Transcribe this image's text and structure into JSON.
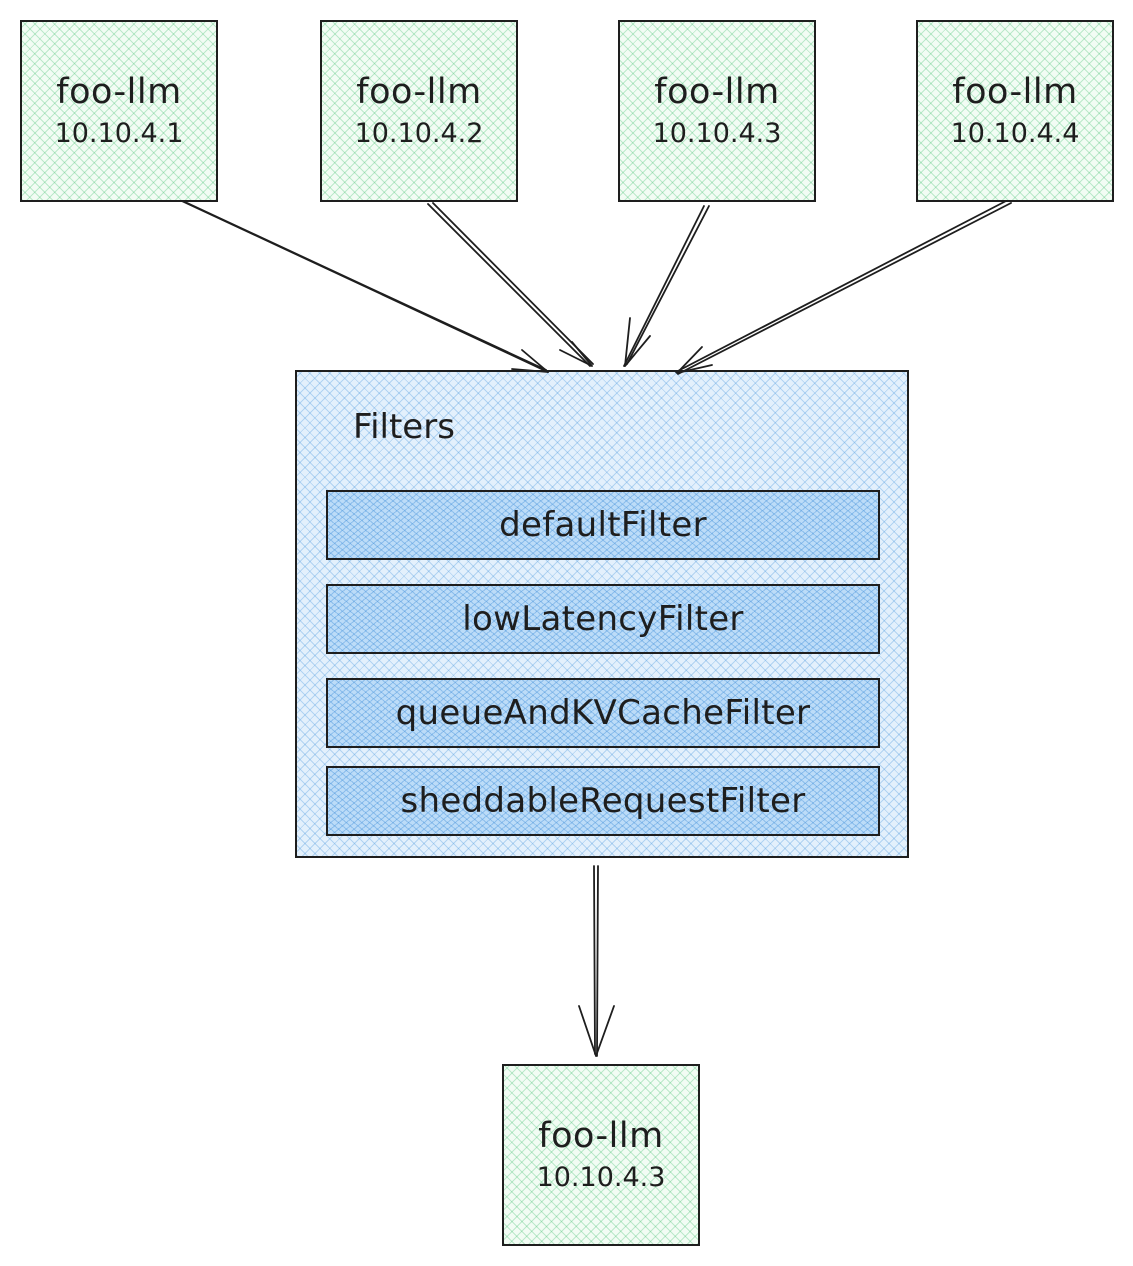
{
  "source_pods": [
    {
      "name": "foo-llm",
      "ip": "10.10.4.1"
    },
    {
      "name": "foo-llm",
      "ip": "10.10.4.2"
    },
    {
      "name": "foo-llm",
      "ip": "10.10.4.3"
    },
    {
      "name": "foo-llm",
      "ip": "10.10.4.4"
    }
  ],
  "filters": {
    "title": "Filters",
    "items": [
      {
        "label": "defaultFilter"
      },
      {
        "label": "lowLatencyFilter"
      },
      {
        "label": "queueAndKVCacheFilter"
      },
      {
        "label": "sheddableRequestFilter"
      }
    ]
  },
  "selected_pod": {
    "name": "foo-llm",
    "ip": "10.10.4.3"
  },
  "colors": {
    "pod_fill": "#b2f2bb",
    "filter_fill": "#a5d8ff",
    "stroke": "#1e1e1e"
  }
}
